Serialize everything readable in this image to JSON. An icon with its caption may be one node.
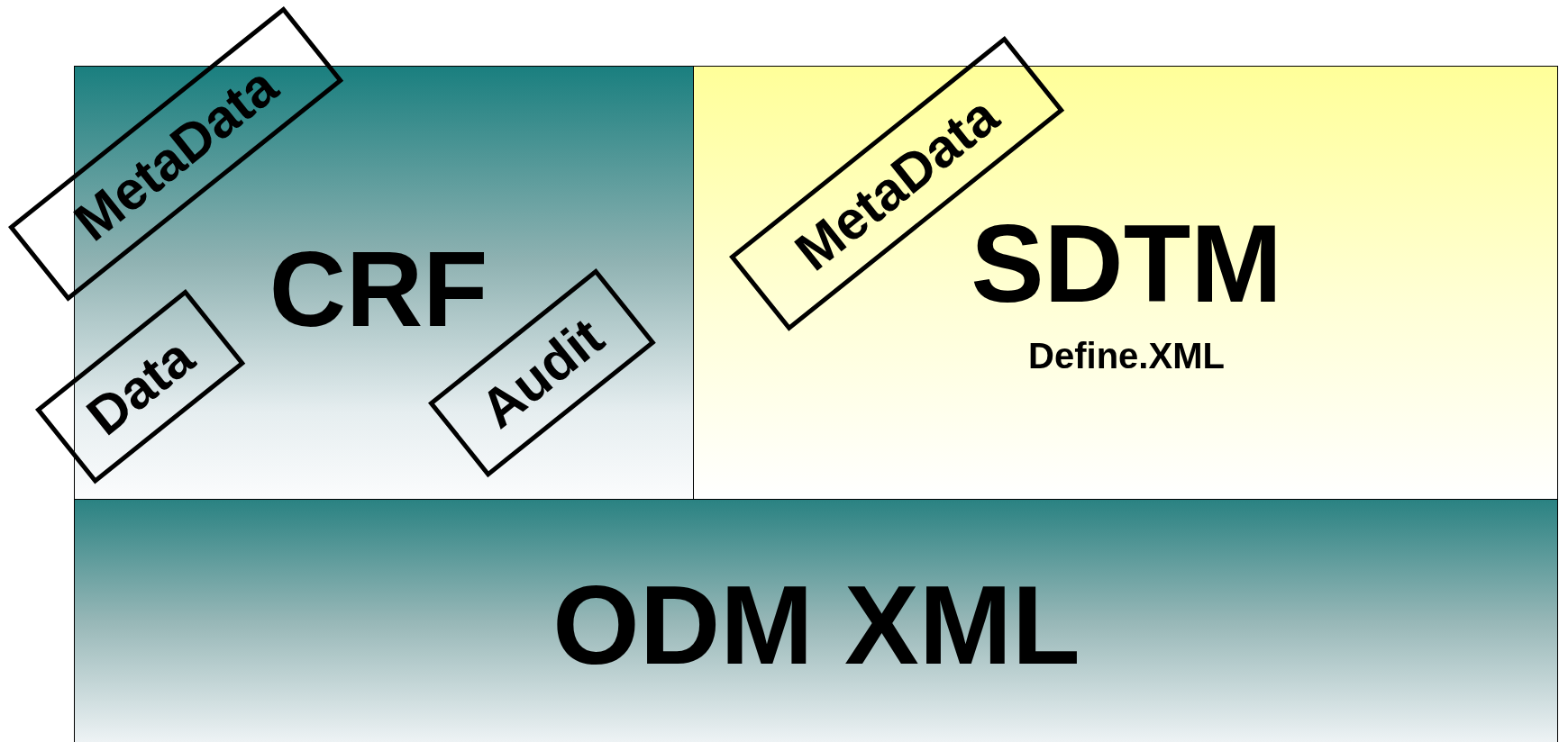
{
  "diagram": {
    "nodes": [
      {
        "text": [
          "CRF"
        ]
      },
      {
        "text": [
          "MetaData"
        ]
      },
      {
        "text": [
          "Data"
        ]
      },
      {
        "text": [
          "Audit"
        ],
        "in": 0
      },
      {
        "text": [
          "SDTM",
          "Define.XML"
        ]
      },
      {
        "text": [
          "MetaData"
        ]
      },
      {
        "text": [
          "ODM XML"
        ]
      }
    ]
  }
}
